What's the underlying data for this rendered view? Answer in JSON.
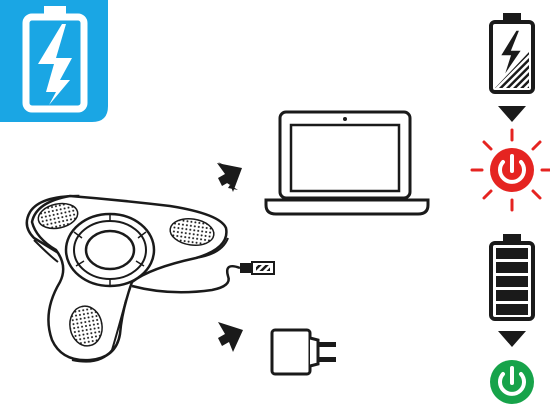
{
  "colors": {
    "badge_blue": "#1aa6e4",
    "ink": "#1a1a1a",
    "power_red": "#e52421",
    "power_green": "#17a34a",
    "white": "#ffffff"
  },
  "icons": {
    "badge": "charging-battery-icon",
    "source_1": "laptop-icon",
    "source_2": "wall-charger-icon",
    "device": "tri-lobed-speakerphone",
    "cable": "usb-cable-icon",
    "state_charging_battery": "charging-battery-icon",
    "state_charging_light": "red-power-light-icon",
    "state_full_battery": "full-battery-icon",
    "state_full_light": "green-power-light-icon"
  },
  "states": {
    "charging": {
      "battery_level": 0.5,
      "light_color": "red",
      "light_glowing": true
    },
    "full": {
      "battery_level": 1.0,
      "bars": 5,
      "light_color": "green",
      "light_glowing": false
    }
  }
}
